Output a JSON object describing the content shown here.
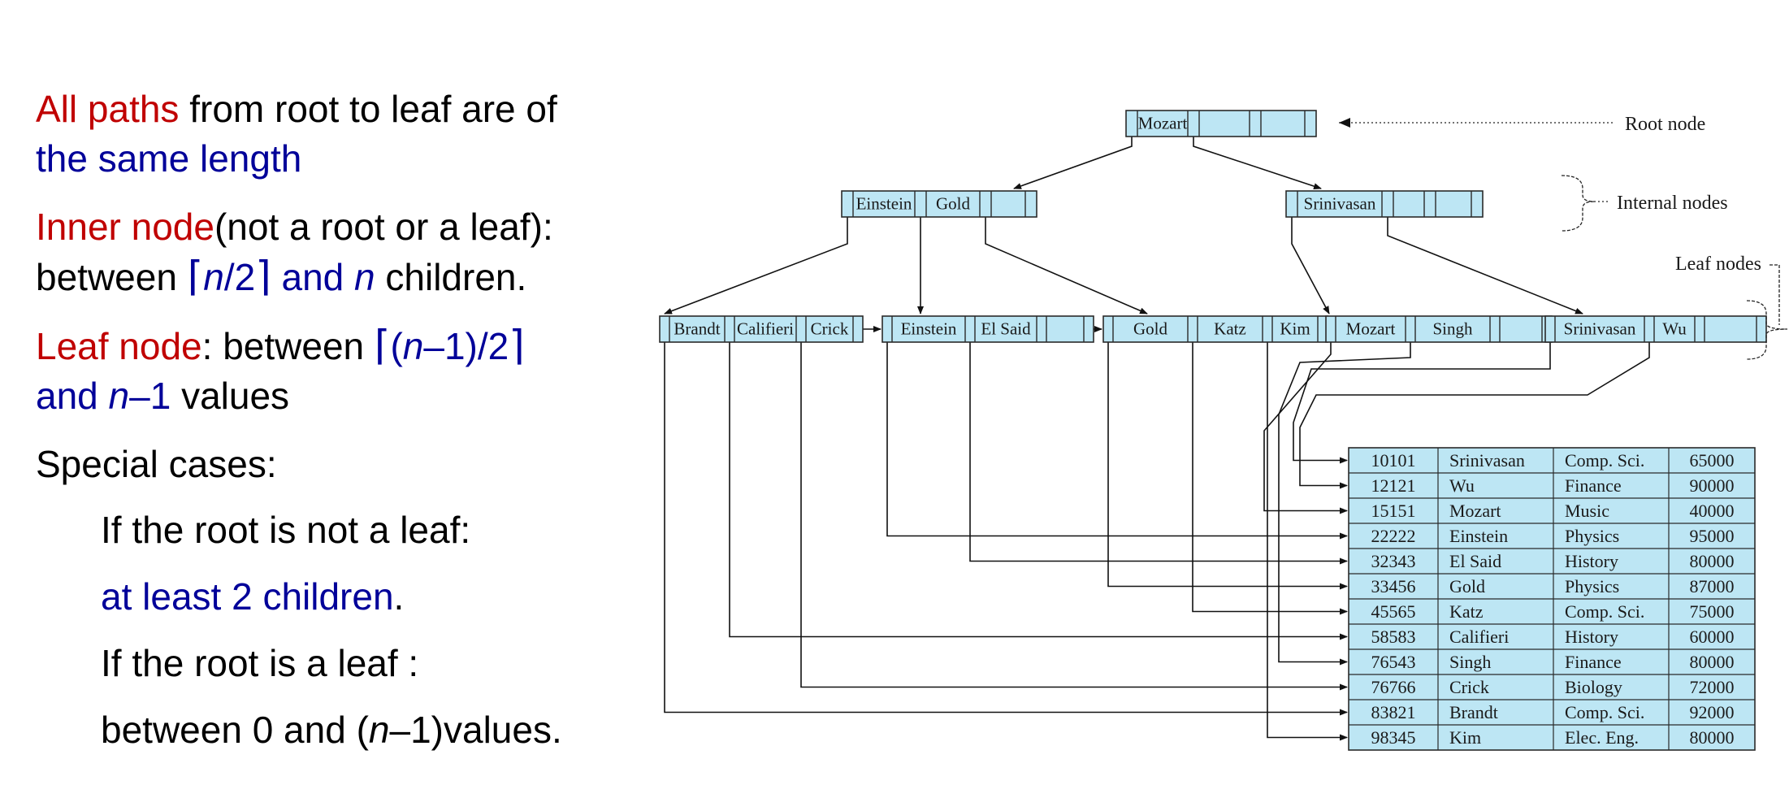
{
  "text": {
    "line1_a": "All paths",
    "line1_b": " from root to leaf are of",
    "line2": "the same length",
    "line3_a": "Inner node",
    "line3_b": "(not a root or a leaf):",
    "line4_a": "between ",
    "line4_ceil_open": "⌈",
    "line4_n": "n",
    "line4_frac": "/2",
    "line4_ceil_close": "⌉",
    "line4_and": " and ",
    "line4_n2": "n",
    "line4_tail": " children.",
    "line5_a": "Leaf node",
    "line5_b": ": between ",
    "line5_ceil_open": "⌈",
    "line5_paren": "(",
    "line5_n": "n",
    "line5_rest": "–1)/2",
    "line5_ceil_close": "⌉",
    "line6_and": "and ",
    "line6_n": "n",
    "line6_rest": "–1",
    "line6_tail": " values",
    "special": "Special cases:",
    "case1": "If the root is not a leaf:",
    "case1_value": "at least 2 children",
    "case1_dot": ".",
    "case2": "If the root is a leaf :",
    "case2_a": "between 0 and (",
    "case2_n": "n",
    "case2_b": "–1)values."
  },
  "diagram": {
    "labels": {
      "root": "Root node",
      "internal": "Internal nodes",
      "leaf": "Leaf nodes"
    },
    "root_keys": [
      "Mozart",
      "",
      "",
      ""
    ],
    "internal_nodes": [
      {
        "keys": [
          "Einstein",
          "Gold",
          ""
        ]
      },
      {
        "keys": [
          "Srinivasan",
          "",
          ""
        ]
      }
    ],
    "leaf_nodes": [
      {
        "keys": [
          "Brandt",
          "Califieri",
          "Crick"
        ]
      },
      {
        "keys": [
          "Einstein",
          "El Said",
          ""
        ]
      },
      {
        "keys": [
          "Gold",
          "Katz",
          "Kim"
        ]
      },
      {
        "keys": [
          "Mozart",
          "Singh",
          ""
        ]
      },
      {
        "keys": [
          "Srinivasan",
          "Wu",
          ""
        ]
      }
    ],
    "records": [
      [
        "10101",
        "Srinivasan",
        "Comp. Sci.",
        "65000"
      ],
      [
        "12121",
        "Wu",
        "Finance",
        "90000"
      ],
      [
        "15151",
        "Mozart",
        "Music",
        "40000"
      ],
      [
        "22222",
        "Einstein",
        "Physics",
        "95000"
      ],
      [
        "32343",
        "El Said",
        "History",
        "80000"
      ],
      [
        "33456",
        "Gold",
        "Physics",
        "87000"
      ],
      [
        "45565",
        "Katz",
        "Comp. Sci.",
        "75000"
      ],
      [
        "58583",
        "Califieri",
        "History",
        "60000"
      ],
      [
        "76543",
        "Singh",
        "Finance",
        "80000"
      ],
      [
        "76766",
        "Crick",
        "Biology",
        "72000"
      ],
      [
        "83821",
        "Brandt",
        "Comp. Sci.",
        "92000"
      ],
      [
        "98345",
        "Kim",
        "Elec. Eng.",
        "80000"
      ]
    ]
  }
}
